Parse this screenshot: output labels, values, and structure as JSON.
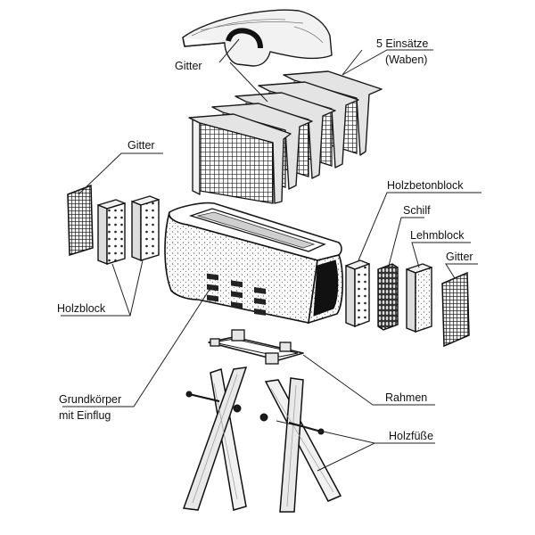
{
  "labels": {
    "einsaetze_line1": "5 Einsätze",
    "einsaetze_line2": "(Waben)",
    "gitter_top": "Gitter",
    "gitter_left": "Gitter",
    "holzbetonblock": "Holzbetonblock",
    "schilf": "Schilf",
    "lehmblock": "Lehmblock",
    "gitter_right": "Gitter",
    "holzblock": "Holzblock",
    "grundkoerper_line1": "Grundkörper",
    "grundkoerper_line2": "mit Einflug",
    "rahmen": "Rahmen",
    "holzfuesse": "Holzfüße"
  },
  "colors": {
    "ink": "#1a1a1a",
    "paper": "#ffffff"
  }
}
